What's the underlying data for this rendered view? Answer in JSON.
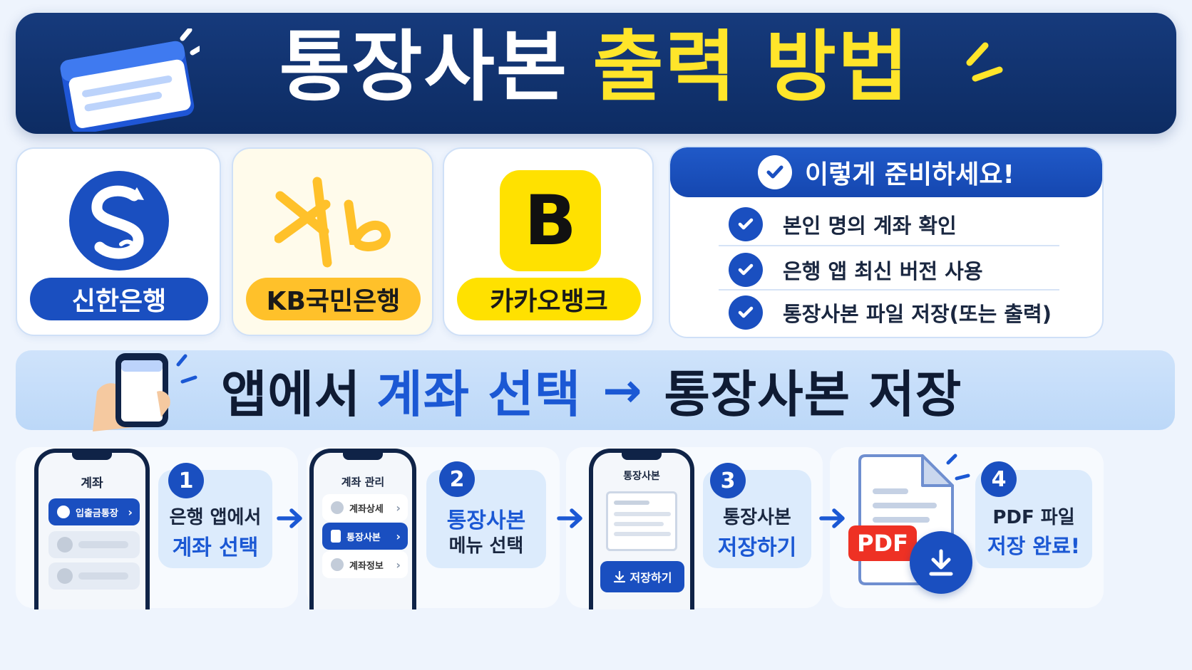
{
  "header": {
    "title_white": "통장사본",
    "title_yellow": "출력 방법"
  },
  "banks": [
    {
      "name": "신한은행",
      "logo": "shinhan-logo",
      "color": "#1a4fc0"
    },
    {
      "name": "KB국민은행",
      "logo": "kb-logo",
      "color": "#ffc12a"
    },
    {
      "name": "카카오뱅크",
      "logo": "kakaobank-logo",
      "logo_letter": "B",
      "color": "#ffe100"
    }
  ],
  "checklist": {
    "title": "이렇게 준비하세요!",
    "items": [
      "본인 명의 계좌 확인",
      "은행 앱 최신 버전 사용",
      "통장사본 파일 저장(또는 출력)"
    ]
  },
  "banner": {
    "part1": "앱에서",
    "part2": "계좌 선택",
    "arrow": "→",
    "part3": "통장사본 저장"
  },
  "steps": [
    {
      "num": "1",
      "line1": "은행 앱에서",
      "line2": "계좌 선택",
      "phone": {
        "title": "계좌",
        "highlight": "입출금통장"
      }
    },
    {
      "num": "2",
      "line1": "통장사본",
      "line2": "메뉴 선택",
      "phone": {
        "title": "계좌 관리",
        "items": [
          "계좌상세",
          "통장사본",
          "계좌정보"
        ]
      }
    },
    {
      "num": "3",
      "line1": "통장사본",
      "line2": "저장하기",
      "phone": {
        "title": "통장사본",
        "button": "저장하기"
      }
    },
    {
      "num": "4",
      "line1": "PDF 파일",
      "line2": "저장 완료!",
      "pdf_badge": "PDF"
    }
  ],
  "colors": {
    "navy": "#0d2c63",
    "accent_blue": "#1a4fc0",
    "yellow": "#ffe52a"
  }
}
